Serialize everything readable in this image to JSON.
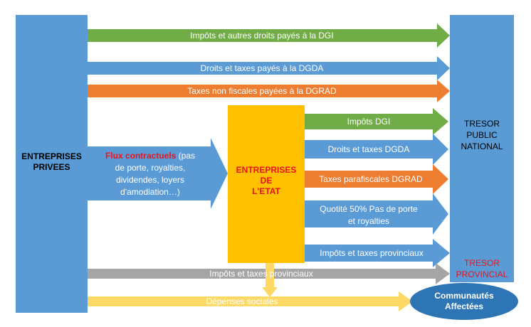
{
  "nodes": {
    "private": "ENTREPRISES\nPRIVEES",
    "state": "ENTREPRISES\nDE\nL'ETAT",
    "national": "TRESOR\nPUBLIC\nNATIONAL",
    "provincial": "TRESOR\nPROVINCIAL",
    "communities": "Communautés\nAffectées"
  },
  "flows": {
    "dgi": "Impôts  et autres droits  payés  à la DGI",
    "dgda": "Droits et taxes payés  à la  DGDA",
    "dgrad": "Taxes non fiscales payées à    la DGRAD",
    "contract_highlight": "Flux contractuels",
    "contract_rest": " (pas\nde porte, royalties,\ndividendes, loyers\nd'amodiation…)",
    "state_dgi": "Impôts  DGI",
    "state_dgda": "Droits et taxes DGDA",
    "state_dgrad": "Taxes parafiscales DGRAD",
    "state_quotite": "Quotité  50% Pas de porte\net royalties",
    "state_prov": "Impôts et taxes  provinciaux",
    "private_prov": "Impôts  et taxes provinciaux",
    "social": "Dépenses sociales"
  },
  "colors": {
    "blue": "#5b9bd5",
    "green": "#70ad47",
    "orange": "#ed7d31",
    "yellow": "#ffc000",
    "gray": "#a5a5a5",
    "light_yellow": "#ffd966",
    "dark_blue": "#2e75b6",
    "red": "#e8141c"
  }
}
